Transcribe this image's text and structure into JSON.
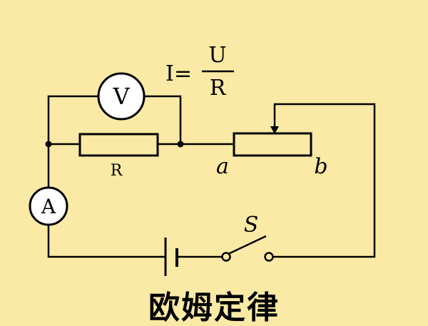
{
  "formula": {
    "lhs": "I=",
    "numerator": "U",
    "denominator": "R"
  },
  "components": {
    "voltmeter": "V",
    "ammeter": "A",
    "resistor": "R",
    "rheostat_end_a": "a",
    "rheostat_end_b": "b",
    "switch": "S"
  },
  "title": "欧姆定律",
  "colors": {
    "background": "#fbeaa5",
    "stroke": "#000000",
    "meter_fill": "#ffffff"
  }
}
